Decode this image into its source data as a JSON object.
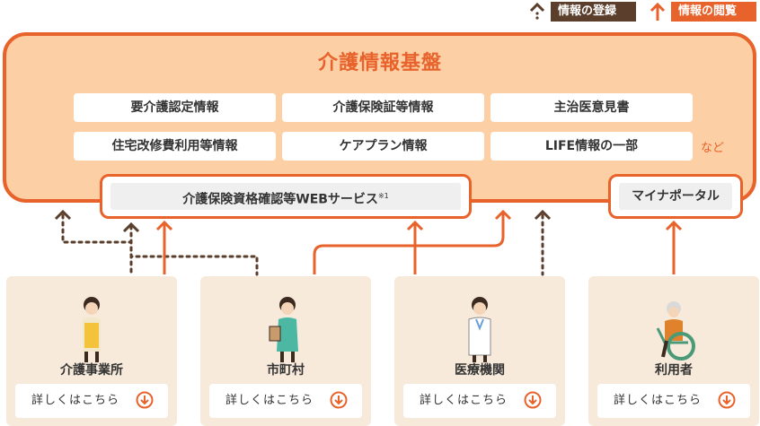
{
  "legend": {
    "registration_label": "情報の登録",
    "viewing_label": "情報の閲覧",
    "registration_color": "#5b3f2c",
    "viewing_color": "#e8622b",
    "registration_icon": "dotted-up-arrow-icon",
    "viewing_icon": "solid-up-arrow-icon"
  },
  "platform": {
    "title": "介護情報基盤",
    "info_items": [
      "要介護認定情報",
      "介護保険証等情報",
      "主治医意見書",
      "住宅改修費利用等情報",
      "ケアプラン情報",
      "LIFE情報の一部"
    ],
    "etc_label": "など",
    "web_service": "介護保険資格確認等WEBサービス",
    "web_service_note": "※1",
    "portal": "マイナポータル"
  },
  "entities": [
    {
      "name": "介護事業所",
      "link": "詳しくはこちら",
      "icon": "care-worker-icon"
    },
    {
      "name": "市町村",
      "link": "詳しくはこちら",
      "icon": "municipal-staff-icon"
    },
    {
      "name": "医療機関",
      "link": "詳しくはこちら",
      "icon": "doctor-icon"
    },
    {
      "name": "利用者",
      "link": "詳しくはこちら",
      "icon": "wheelchair-user-icon"
    }
  ],
  "colors": {
    "accent": "#e8622b",
    "platform_fill": "#fccfa4",
    "card_fill": "#f7eadb",
    "dark_brown": "#5b3f2c"
  }
}
